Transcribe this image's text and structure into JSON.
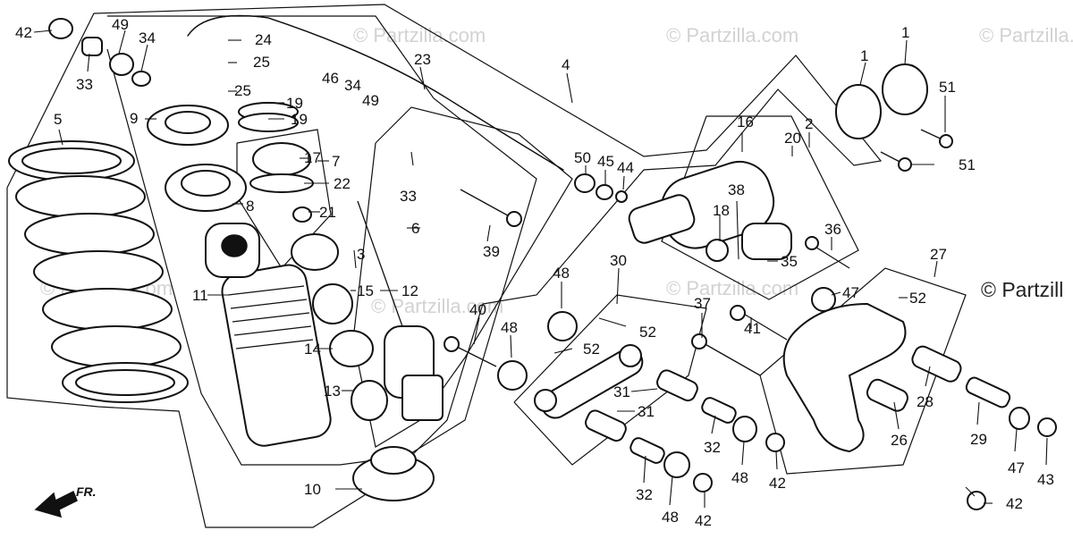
{
  "watermark": {
    "text": "© Partzilla.com",
    "edge_text": "© Partzill"
  },
  "direction_label": "FR.",
  "callouts": [
    "42",
    "49",
    "34",
    "33",
    "9",
    "24",
    "25",
    "25",
    "19",
    "19",
    "46",
    "34",
    "49",
    "23",
    "4",
    "1",
    "1",
    "51",
    "51",
    "5",
    "17",
    "7",
    "22",
    "8",
    "21",
    "33",
    "16",
    "2",
    "20",
    "50",
    "45",
    "44",
    "6",
    "18",
    "38",
    "39",
    "3",
    "11",
    "15",
    "12",
    "36",
    "35",
    "27",
    "48",
    "30",
    "47",
    "52",
    "37",
    "40",
    "14",
    "48",
    "52",
    "52",
    "41",
    "13",
    "31",
    "31",
    "28",
    "10",
    "32",
    "48",
    "42",
    "26",
    "29",
    "47",
    "43",
    "32",
    "48",
    "42",
    "42"
  ]
}
